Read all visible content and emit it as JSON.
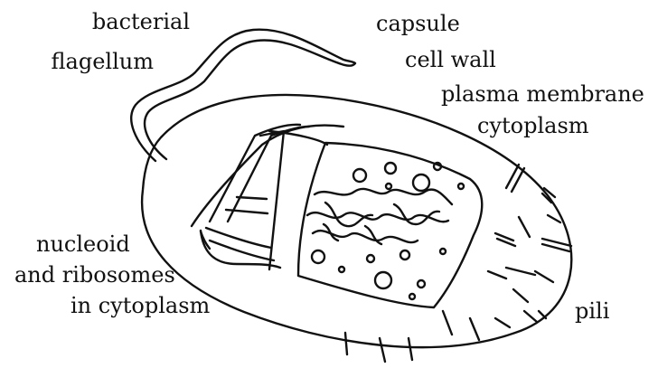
{
  "labels": {
    "flagellum_line1": "bacterial",
    "flagellum_line2": "flagellum",
    "capsule": "capsule",
    "cell_wall": "cell wall",
    "plasma_membrane": "plasma membrane",
    "cytoplasm": "cytoplasm",
    "nucleoid_line1": "nucleoid",
    "nucleoid_line2": "and ribosomes",
    "nucleoid_line3": "in cytoplasm",
    "pili": "pili"
  },
  "colors": {
    "ink": "#111111",
    "background": "#ffffff"
  }
}
